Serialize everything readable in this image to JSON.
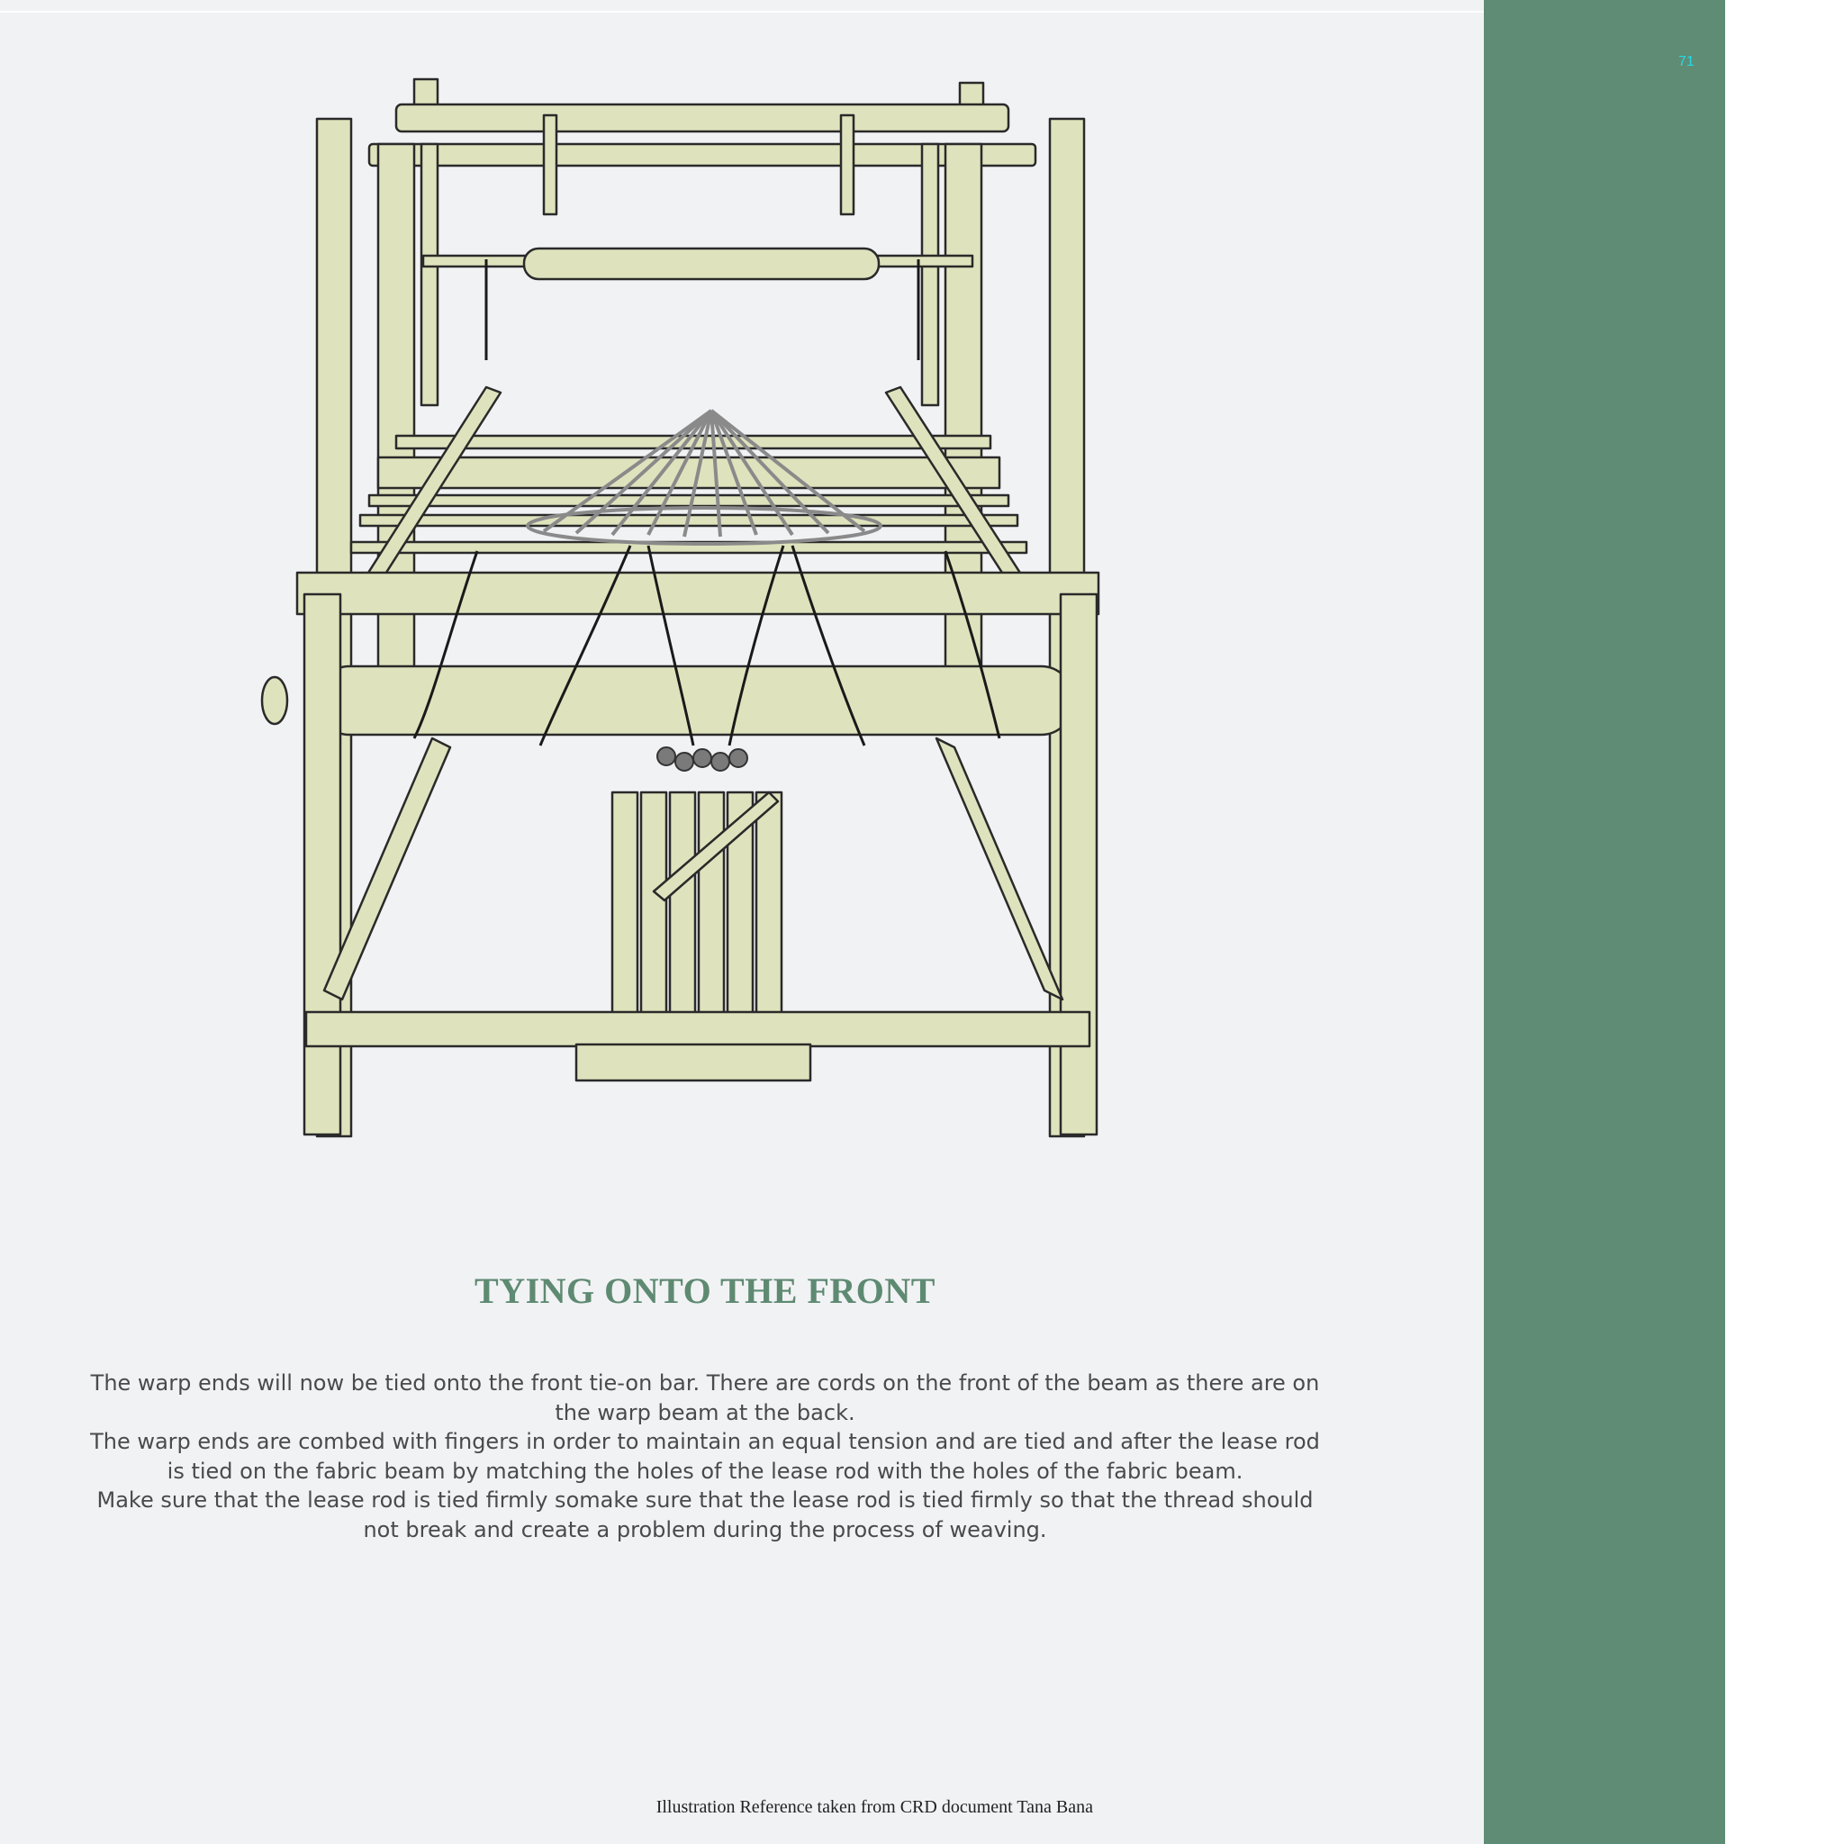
{
  "page": {
    "number": "71",
    "title": "TYING ONTO THE FRONT",
    "paragraphs": [
      "The warp ends will now be tied onto the front tie-on bar. There are cords on the front of the beam as there are on the warp beam at the back.",
      "The warp ends are combed with fingers in order to maintain an equal tension and are tied and after the lease rod is tied on the fabric beam by matching the holes of the lease rod with the holes of the fabric beam.",
      "Make sure that the lease rod is tied firmly somake sure that the lease rod is tied firmly so that the thread should not break and create a problem during the process of weaving."
    ],
    "credit": "Illustration Reference taken from  CRD document Tana Bana"
  },
  "colors": {
    "page_background": "#f1f2f4",
    "sidebar": "#5f8c74",
    "title": "#5e8a72",
    "page_number": "#27d9e6",
    "wood": "#dfe3bd",
    "ink": "#2a2a2a"
  },
  "illustration": {
    "subject": "handloom-front-view"
  }
}
